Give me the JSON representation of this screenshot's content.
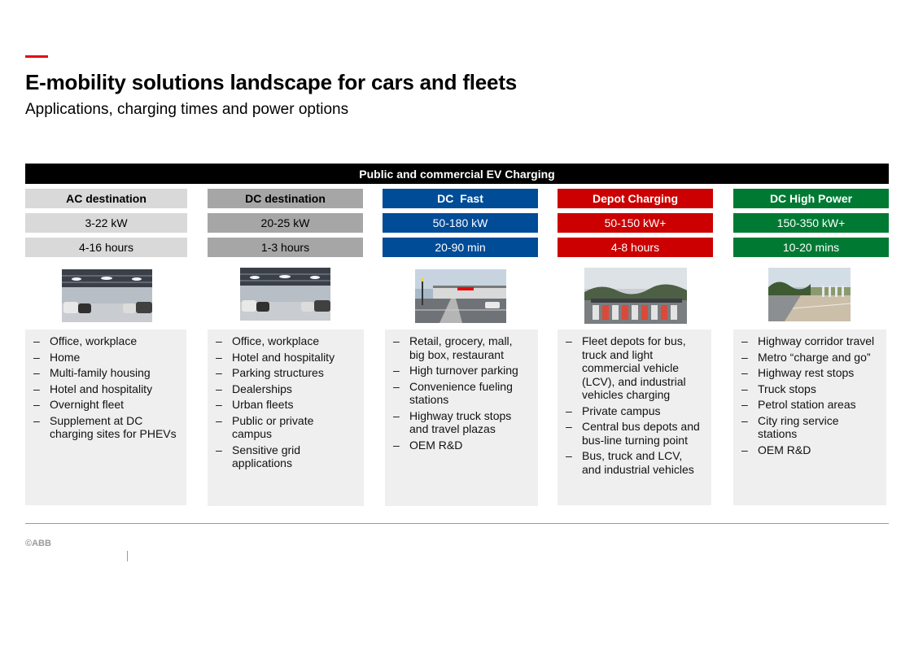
{
  "title": "E-mobility solutions landscape for cars and fleets",
  "subtitle": "Applications, charging times and power options",
  "banner": "Public and commercial EV Charging",
  "columns": [
    {
      "name": "AC destination",
      "power": "3-22 kW",
      "time": "4-16 hours",
      "colors": {
        "head_bg": "#d9d9d9",
        "head_fg": "#000000"
      },
      "photo": "parking-garage-photo",
      "items": [
        "Office, workplace",
        "Home",
        "Multi-family housing",
        "Hotel and hospitality",
        "Overnight fleet",
        "Supplement at DC charging sites for PHEVs"
      ]
    },
    {
      "name": "DC destination",
      "power": "20-25 kW",
      "time": "1-3 hours",
      "colors": {
        "head_bg": "#a6a6a6",
        "head_fg": "#000000"
      },
      "photo": "parking-garage-photo",
      "items": [
        "Office, workplace",
        "Hotel and hospitality",
        "Parking structures",
        "Dealerships",
        "Urban fleets",
        "Public or private campus",
        "Sensitive grid applications"
      ]
    },
    {
      "name": "DC  Fast",
      "power": "50-180 kW",
      "time": "20-90 min",
      "colors": {
        "head_bg": "#004c97",
        "head_fg": "#ffffff"
      },
      "photo": "retail-parking-photo",
      "items": [
        "Retail, grocery, mall, big box, restaurant",
        "High turnover parking",
        "Convenience fueling stations",
        "Highway truck stops and travel plazas",
        "OEM R&D"
      ]
    },
    {
      "name": "Depot Charging",
      "power": "50-150 kW+",
      "time": "4-8 hours",
      "colors": {
        "head_bg": "#cc0000",
        "head_fg": "#ffffff"
      },
      "photo": "bus-depot-photo",
      "items": [
        "Fleet depots for bus, truck and light commercial vehicle (LCV), and industrial vehicles charging",
        "Private campus",
        "Central bus depots and bus-line turning point",
        "Bus, truck and LCV, and industrial vehicles"
      ]
    },
    {
      "name": "DC High Power",
      "power": "150-350 kW+",
      "time": "10-20 mins",
      "colors": {
        "head_bg": "#007a33",
        "head_fg": "#ffffff"
      },
      "photo": "highway-station-photo",
      "items": [
        "Highway corridor travel",
        "Metro “charge and go”",
        "Highway rest stops",
        "Truck stops",
        "Petrol station areas",
        "City ring service stations",
        "OEM R&D"
      ]
    }
  ],
  "bullet_glyph": "–",
  "footer": {
    "copyright": "©ABB"
  },
  "accent_color": "#e2001a"
}
